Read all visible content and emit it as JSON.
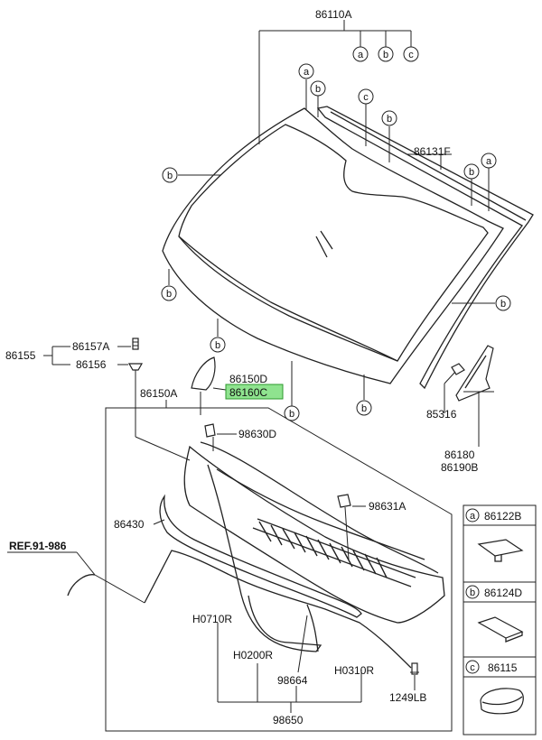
{
  "labels": {
    "p86110A": "86110A",
    "p86131F": "86131F",
    "p86155": "86155",
    "p86157A": "86157A",
    "p86156": "86156",
    "p86150A": "86150A",
    "p86150D": "86150D",
    "p86160C": "86160C",
    "p98630D": "98630D",
    "p98631A": "98631A",
    "p86430": "86430",
    "ref": "REF.91-986",
    "pH0710R": "H0710R",
    "pH0200R": "H0200R",
    "pH0310R": "H0310R",
    "p98664": "98664",
    "p1249LB": "1249LB",
    "p98650": "98650",
    "p85316": "85316",
    "p86180": "86180",
    "p86190B": "86190B"
  },
  "callout_letters": {
    "a": "a",
    "b": "b",
    "c": "c"
  },
  "legend": [
    {
      "letter": "a",
      "part": "86122B"
    },
    {
      "letter": "b",
      "part": "86124D"
    },
    {
      "letter": "c",
      "part": "86115"
    }
  ],
  "highlight_color": "#8fe38f"
}
